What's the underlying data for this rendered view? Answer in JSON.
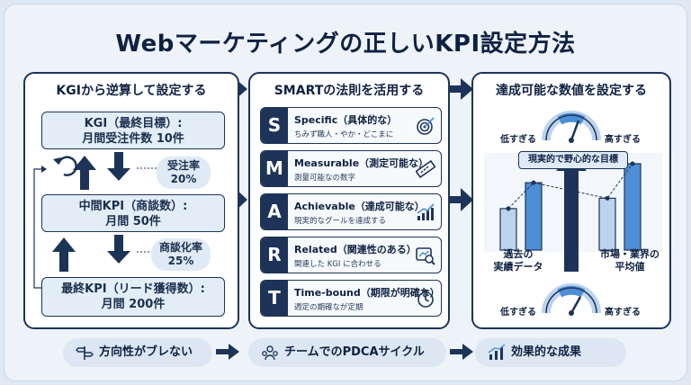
{
  "title": "Webマーケティングの正しいKPI設定方法",
  "panel1": {
    "heading": "KGIから逆算して設定する",
    "kgi": {
      "line1": "KGI（最終目標）:",
      "line2": "月間受注件数 10件"
    },
    "rate1": {
      "label": "受注率",
      "value": "20%"
    },
    "mid": {
      "line1": "中間KPI（商談数）:",
      "line2": "月間 50件"
    },
    "rate2": {
      "label": "商談化率",
      "value": "25%"
    },
    "final": {
      "line1": "最終KPI（リード獲得数）:",
      "line2": "月間 200件"
    }
  },
  "panel2": {
    "heading": "SMARTの法則を活用する",
    "items": [
      {
        "letter": "S",
        "title": "Specific（具体的な）",
        "desc": "ちみず職人・やか・どこまに",
        "icon": "target-icon"
      },
      {
        "letter": "M",
        "title": "Measurable（測定可能な）",
        "desc": "測量可能なの数字",
        "icon": "ruler-icon"
      },
      {
        "letter": "A",
        "title": "Achievable（達成可能な）",
        "desc": "現実的なグールを達成する",
        "icon": "growth-chart-icon"
      },
      {
        "letter": "R",
        "title": "Related（関連性のある）",
        "desc": "関連した KGI に合わせる",
        "icon": "analytics-icon"
      },
      {
        "letter": "T",
        "title": "Time-bound（期限が明確な）",
        "desc": "週定の期確なが定期",
        "icon": "clock-icon"
      }
    ]
  },
  "panel3": {
    "heading": "達成可能な数値を設定する",
    "gauge_top": {
      "low": "低すぎる",
      "high": "高すぎる"
    },
    "banner": "現実的で野心的な目標",
    "past": {
      "line1": "過去の",
      "line2": "実績データ"
    },
    "market": {
      "line1": "市場・業界の",
      "line2": "平均値"
    },
    "gauge_bottom": {
      "low": "低すぎる",
      "high": "高すぎる"
    },
    "bars_left": [
      0.48,
      0.78
    ],
    "bars_right": [
      0.6,
      1.0
    ]
  },
  "footer": {
    "items": [
      {
        "label": "方向性がブレない",
        "icon": "direction-signpost-icon"
      },
      {
        "label": "チームでのPDCAサイクル",
        "icon": "team-icon"
      },
      {
        "label": "効果的な成果",
        "icon": "growth-bars-icon"
      }
    ]
  },
  "colors": {
    "navy": "#1d3458",
    "light_blue": "#e3edf8",
    "mid_blue": "#4d8ed6",
    "bar_light": "#bcd3ee"
  }
}
